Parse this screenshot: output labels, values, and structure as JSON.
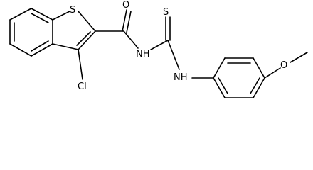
{
  "molecule": {
    "atoms": {
      "ring_sulfur": "S",
      "carbonyl_oxygen": "O",
      "thione_sulfur": "S",
      "imide_nitrogen": "NH",
      "amine_nitrogen": "NH",
      "chlorine": "Cl",
      "ether_oxygen": "O"
    }
  }
}
